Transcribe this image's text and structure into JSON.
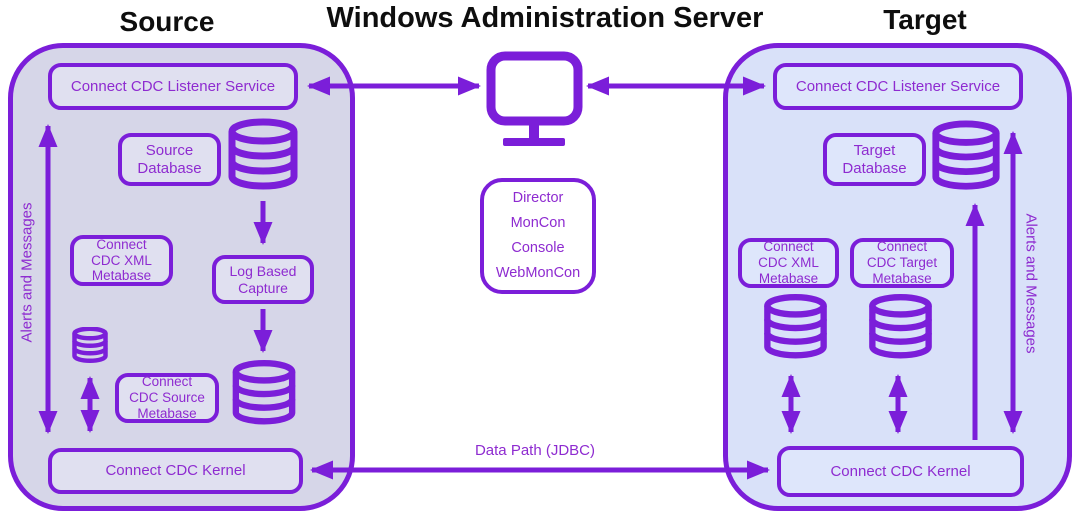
{
  "section_titles": {
    "source": "Source",
    "target": "Target"
  },
  "admin_server": {
    "title": "Windows Administration Server",
    "console_labels": [
      "Director",
      "MonCon",
      "Console",
      "WebMonCon"
    ]
  },
  "source": {
    "listener_label": "Connect CDC Listener Service",
    "database_label": [
      "Source",
      "Database"
    ],
    "xml_metabase_label": [
      "Connect",
      "CDC XML",
      "Metabase"
    ],
    "log_capture_label": [
      "Log Based",
      "Capture"
    ],
    "source_metabase_label": [
      "Connect",
      "CDC Source",
      "Metabase"
    ],
    "kernel_label": "Connect CDC Kernel",
    "alerts_label": "Alerts and Messages"
  },
  "target": {
    "listener_label": "Connect CDC Listener Service",
    "database_label": [
      "Target",
      "Database"
    ],
    "xml_metabase_label": [
      "Connect",
      "CDC XML",
      "Metabase"
    ],
    "target_metabase_label": [
      "Connect",
      "CDC Target",
      "Metabase"
    ],
    "kernel_label": "Connect CDC Kernel",
    "alerts_label": "Alerts and Messages"
  },
  "connections": {
    "data_path_label": "Data Path (JDBC)"
  },
  "icons": {
    "monitor": "computer-monitor-icon",
    "database": "database-cylinder-icon"
  },
  "colors": {
    "line_purple": "#7B1ED9",
    "text_purple": "#8E2BD0",
    "source_fill": "#D6D6E8",
    "target_fill": "#D9E1F9",
    "title_black": "#0E0E0E"
  }
}
